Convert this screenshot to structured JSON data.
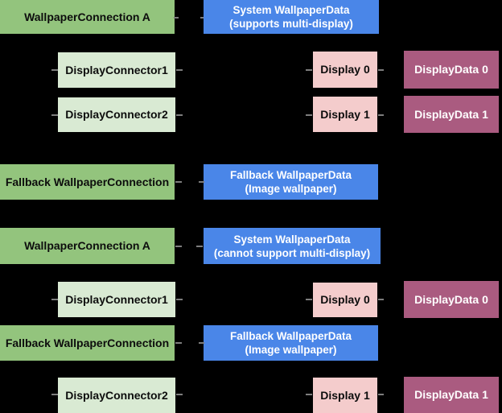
{
  "colors": {
    "background": "#000000",
    "connection_green": "#93c47d",
    "connector_light_green": "#d9ead3",
    "wallpaper_data_blue": "#4a86e8",
    "display_pink": "#f4cccc",
    "display_data_magenta": "#aa5b80",
    "connector_line_gray": "#7d7d7d",
    "text_dark": "#0d0d0d",
    "text_light": "#ffffff"
  },
  "diagram": {
    "scenario_multi_display": {
      "wallpaper_connection_a": {
        "label": "WallpaperConnection A"
      },
      "system_wallpaper_data": {
        "label": "System WallpaperData\n(supports multi-display)"
      },
      "display_connector_1": {
        "label": "DisplayConnector1"
      },
      "display_0": {
        "label": "Display 0"
      },
      "display_data_0": {
        "label": "DisplayData 0"
      },
      "display_connector_2": {
        "label": "DisplayConnector2"
      },
      "display_1": {
        "label": "Display 1"
      },
      "display_data_1": {
        "label": "DisplayData 1"
      },
      "fallback_wallpaper_connection": {
        "label": "Fallback WallpaperConnection"
      },
      "fallback_wallpaper_data": {
        "label": "Fallback WallpaperData\n(Image wallpaper)"
      }
    },
    "scenario_single_display": {
      "wallpaper_connection_a": {
        "label": "WallpaperConnection A"
      },
      "system_wallpaper_data": {
        "label": "System WallpaperData\n(cannot support multi-display)"
      },
      "display_connector_1": {
        "label": "DisplayConnector1"
      },
      "display_0": {
        "label": "Display 0"
      },
      "display_data_0": {
        "label": "DisplayData 0"
      },
      "fallback_wallpaper_connection": {
        "label": "Fallback WallpaperConnection"
      },
      "fallback_wallpaper_data": {
        "label": "Fallback WallpaperData\n(Image wallpaper)"
      },
      "display_connector_2": {
        "label": "DisplayConnector2"
      },
      "display_1": {
        "label": "Display 1"
      },
      "display_data_1": {
        "label": "DisplayData 1"
      }
    }
  }
}
